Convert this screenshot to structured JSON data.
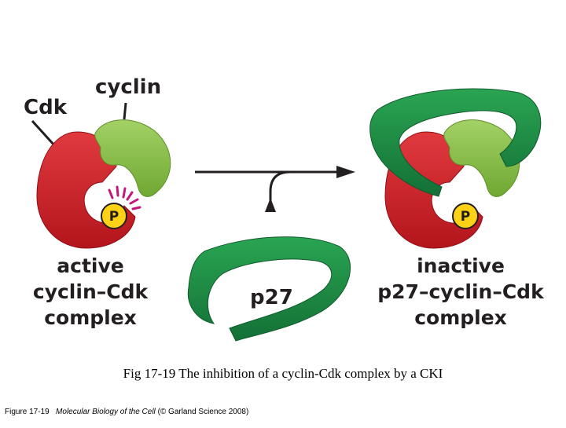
{
  "labels": {
    "cdk": "Cdk",
    "cyclin": "cyclin",
    "phosphate": "P",
    "p27": "p27",
    "active": [
      "active",
      "cyclin–Cdk",
      "complex"
    ],
    "inactive": [
      "inactive",
      "p27–cyclin–Cdk",
      "complex"
    ]
  },
  "caption": "Fig 17-19 The inhibition of a cyclin-Cdk complex by a CKI",
  "credit": {
    "figure": "Figure 17-19",
    "book": "Molecular Biology of the Cell",
    "publisher": "(© Garland Science 2008)"
  },
  "colors": {
    "cdk": "#d2232a",
    "cyclin": "#8dc63f",
    "p27": "#1f8f45",
    "phosphate": "#fcd116",
    "phosphorylation_marks": "#c2187a",
    "text": "#231f20"
  }
}
